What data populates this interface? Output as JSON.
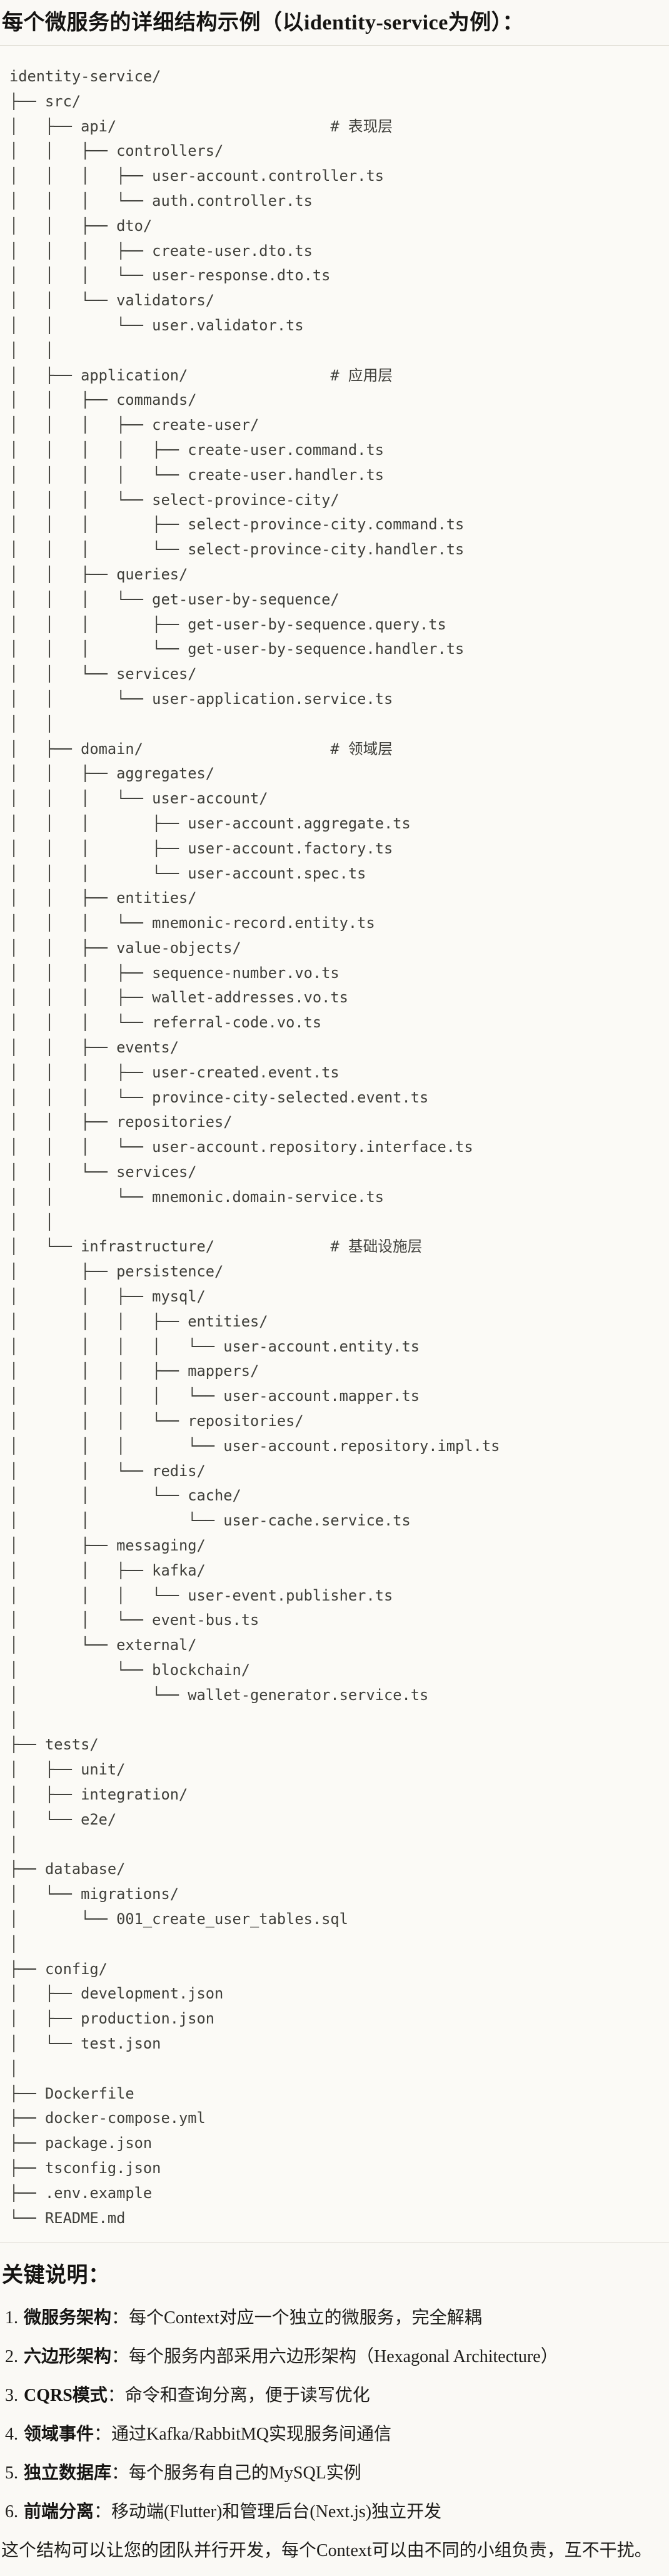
{
  "title": "每个微服务的详细结构示例（以identity-service为例）：",
  "colors": {
    "page_bg": "#faf9f5",
    "code_bg": "#fbfaf6",
    "code_border": "#dfdcd4",
    "code_text": "#3f3f3a",
    "body_text": "#1e1d1a"
  },
  "tree": {
    "lines": [
      "identity-service/",
      "├── src/",
      "│   ├── api/                        # 表现层",
      "│   │   ├── controllers/",
      "│   │   │   ├── user-account.controller.ts",
      "│   │   │   └── auth.controller.ts",
      "│   │   ├── dto/",
      "│   │   │   ├── create-user.dto.ts",
      "│   │   │   └── user-response.dto.ts",
      "│   │   └── validators/",
      "│   │       └── user.validator.ts",
      "│   │",
      "│   ├── application/                # 应用层",
      "│   │   ├── commands/",
      "│   │   │   ├── create-user/",
      "│   │   │   │   ├── create-user.command.ts",
      "│   │   │   │   └── create-user.handler.ts",
      "│   │   │   └── select-province-city/",
      "│   │   │       ├── select-province-city.command.ts",
      "│   │   │       └── select-province-city.handler.ts",
      "│   │   ├── queries/",
      "│   │   │   └── get-user-by-sequence/",
      "│   │   │       ├── get-user-by-sequence.query.ts",
      "│   │   │       └── get-user-by-sequence.handler.ts",
      "│   │   └── services/",
      "│   │       └── user-application.service.ts",
      "│   │",
      "│   ├── domain/                     # 领域层",
      "│   │   ├── aggregates/",
      "│   │   │   └── user-account/",
      "│   │   │       ├── user-account.aggregate.ts",
      "│   │   │       ├── user-account.factory.ts",
      "│   │   │       └── user-account.spec.ts",
      "│   │   ├── entities/",
      "│   │   │   └── mnemonic-record.entity.ts",
      "│   │   ├── value-objects/",
      "│   │   │   ├── sequence-number.vo.ts",
      "│   │   │   ├── wallet-addresses.vo.ts",
      "│   │   │   └── referral-code.vo.ts",
      "│   │   ├── events/",
      "│   │   │   ├── user-created.event.ts",
      "│   │   │   └── province-city-selected.event.ts",
      "│   │   ├── repositories/",
      "│   │   │   └── user-account.repository.interface.ts",
      "│   │   └── services/",
      "│   │       └── mnemonic.domain-service.ts",
      "│   │",
      "│   └── infrastructure/             # 基础设施层",
      "│       ├── persistence/",
      "│       │   ├── mysql/",
      "│       │   │   ├── entities/",
      "│       │   │   │   └── user-account.entity.ts",
      "│       │   │   ├── mappers/",
      "│       │   │   │   └── user-account.mapper.ts",
      "│       │   │   └── repositories/",
      "│       │   │       └── user-account.repository.impl.ts",
      "│       │   └── redis/",
      "│       │       └── cache/",
      "│       │           └── user-cache.service.ts",
      "│       ├── messaging/",
      "│       │   ├── kafka/",
      "│       │   │   └── user-event.publisher.ts",
      "│       │   └── event-bus.ts",
      "│       └── external/",
      "│           └── blockchain/",
      "│               └── wallet-generator.service.ts",
      "│",
      "├── tests/",
      "│   ├── unit/",
      "│   ├── integration/",
      "│   └── e2e/",
      "│",
      "├── database/",
      "│   └── migrations/",
      "│       └── 001_create_user_tables.sql",
      "│",
      "├── config/",
      "│   ├── development.json",
      "│   ├── production.json",
      "│   └── test.json",
      "│",
      "├── Dockerfile",
      "├── docker-compose.yml",
      "├── package.json",
      "├── tsconfig.json",
      "├── .env.example",
      "└── README.md"
    ]
  },
  "notes": {
    "heading": "关键说明：",
    "items": [
      {
        "num": "1.",
        "term": "微服务架构",
        "text": "：每个Context对应一个独立的微服务，完全解耦"
      },
      {
        "num": "2.",
        "term": "六边形架构",
        "text": "：每个服务内部采用六边形架构（Hexagonal Architecture）"
      },
      {
        "num": "3.",
        "term": "CQRS模式",
        "text": "：命令和查询分离，便于读写优化"
      },
      {
        "num": "4.",
        "term": "领域事件",
        "text": "：通过Kafka/RabbitMQ实现服务间通信"
      },
      {
        "num": "5.",
        "term": "独立数据库",
        "text": "：每个服务有自己的MySQL实例"
      },
      {
        "num": "6.",
        "term": "前端分离",
        "text": "：移动端(Flutter)和管理后台(Next.js)独立开发"
      }
    ],
    "footer": "这个结构可以让您的团队并行开发，每个Context可以由不同的小组负责，互不干扰。"
  }
}
